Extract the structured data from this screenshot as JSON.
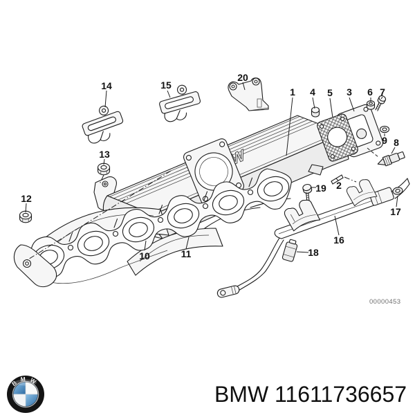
{
  "diagram": {
    "embossed_text": "BMW",
    "image_number": "00000453",
    "callouts": [
      {
        "label": "1"
      },
      {
        "label": "2"
      },
      {
        "label": "3"
      },
      {
        "label": "4"
      },
      {
        "label": "5"
      },
      {
        "label": "6"
      },
      {
        "label": "7"
      },
      {
        "label": "8"
      },
      {
        "label": "9"
      },
      {
        "label": "10"
      },
      {
        "label": "11"
      },
      {
        "label": "12"
      },
      {
        "label": "13"
      },
      {
        "label": "14"
      },
      {
        "label": "15"
      },
      {
        "label": "16"
      },
      {
        "label": "17"
      },
      {
        "label": "18"
      },
      {
        "label": "19"
      },
      {
        "label": "20"
      }
    ]
  },
  "footer": {
    "logo": "bmw-roundel-logo",
    "logo_letters": "BMW",
    "part_label": "BMW 11611736657"
  },
  "colors": {
    "background": "#ffffff",
    "line": "#1c1c1c",
    "callout_text": "#111111",
    "watermark": "#6e6e6e",
    "roundel_blue": "#3a76ae",
    "part_label_text": "#0f0f0f"
  }
}
